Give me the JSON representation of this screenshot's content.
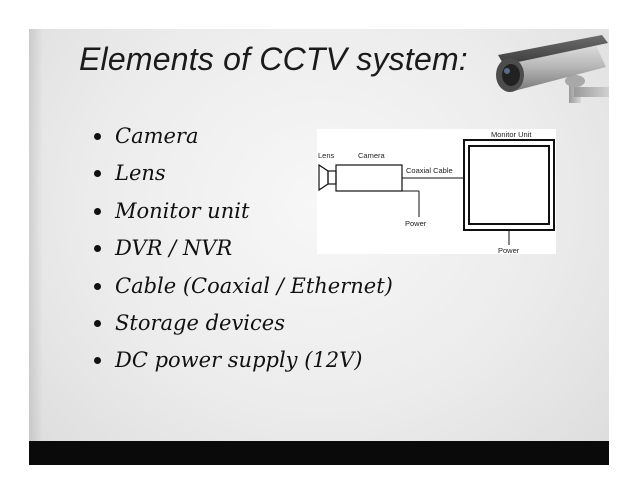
{
  "slide": {
    "title": "Elements of CCTV system:",
    "bullets": [
      "Camera",
      "Lens",
      "Monitor unit",
      "DVR / NVR",
      "Cable (Coaxial / Ethernet)",
      "Storage devices",
      "DC power supply (12V)"
    ]
  },
  "diagram": {
    "monitor_label": "Monitor Unit",
    "lens_label": "Lens",
    "camera_label": "Camera",
    "cable_label": "Coaxial Cable",
    "power_label_camera": "Power",
    "power_label_monitor": "Power"
  },
  "icons": {
    "camera_art": "security-camera-icon",
    "bullet": "bullet-dot-icon"
  },
  "colors": {
    "bottom_bar": "#0a0a0a",
    "text": "#111111"
  }
}
